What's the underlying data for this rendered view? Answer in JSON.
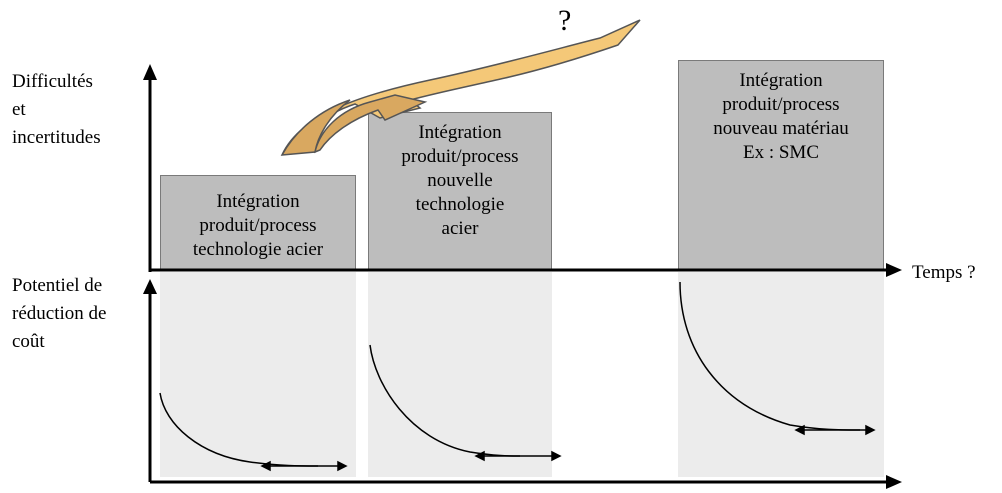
{
  "labels": {
    "top_axis": "Difficultés\net\nincertitudes",
    "bottom_axis": "Potentiel de\nréduction de\ncoût",
    "time_axis": "Temps ?",
    "question_mark": "?"
  },
  "boxes": [
    {
      "text": "Intégration\nproduit/process\ntechnologie acier"
    },
    {
      "text": "Intégration\nproduit/process\nnouvelle\ntechnologie\nacier"
    },
    {
      "text": "Intégration\nproduit/process\nnouveau matériau\nEx : SMC"
    }
  ],
  "colors": {
    "box_fill": "#bdbdbd",
    "panel_fill": "#ececec",
    "arrow_fill_light": "#f4c878",
    "arrow_fill_dark": "#d9a860",
    "axis": "#000000"
  }
}
